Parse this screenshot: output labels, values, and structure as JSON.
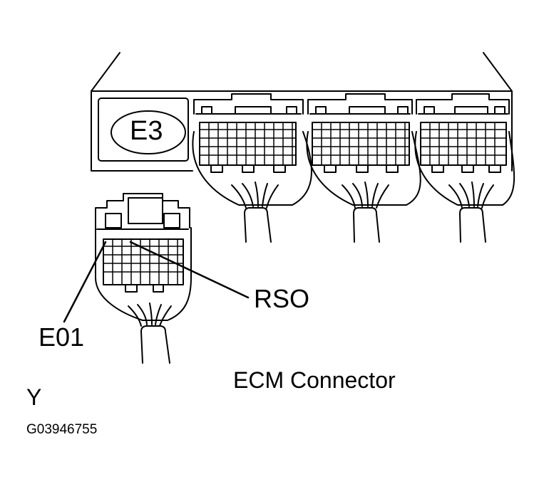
{
  "labels": {
    "ecm_tag": "E3",
    "pin_rso": "RSO",
    "pin_e01": "E01",
    "title": "ECM Connector",
    "corner_mark": "Y",
    "figure_code": "G03946755"
  },
  "colors": {
    "line": "#000000",
    "background": "#ffffff"
  }
}
